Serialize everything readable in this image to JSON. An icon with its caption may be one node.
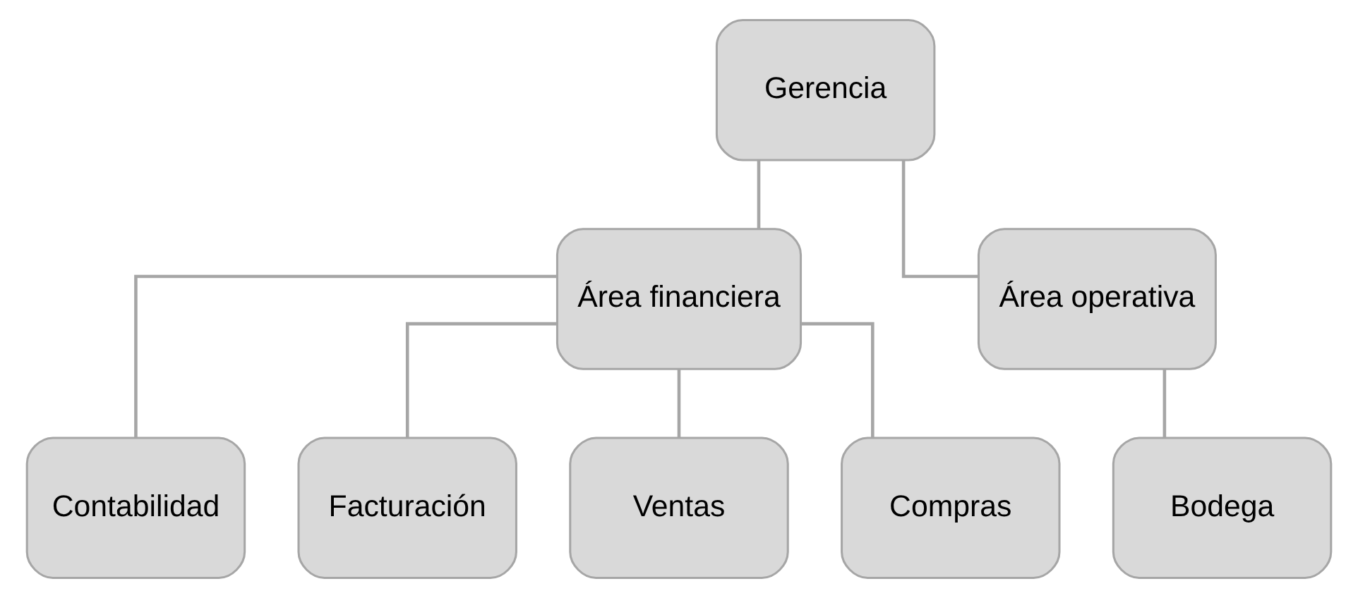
{
  "diagram": {
    "nodes": [
      {
        "text": [
          "Gerencia"
        ]
      },
      {
        "text": [
          "Área financiera"
        ]
      },
      {
        "text": [
          "Área operativa"
        ]
      },
      {
        "text": [
          "Contabilidad"
        ]
      },
      {
        "text": [
          "Facturación"
        ]
      },
      {
        "text": [
          "Ventas"
        ]
      },
      {
        "text": [
          "Compras"
        ]
      },
      {
        "text": [
          "Bodega"
        ]
      }
    ],
    "edges": [
      {
        "from": 0,
        "to": 1,
        "arrow": "none"
      },
      {
        "from": 0,
        "to": 2,
        "arrow": "none"
      },
      {
        "from": 1,
        "to": 3,
        "arrow": "none"
      },
      {
        "from": 1,
        "to": 4,
        "arrow": "none"
      },
      {
        "from": 1,
        "to": 5,
        "arrow": "none"
      },
      {
        "from": 1,
        "to": 6,
        "arrow": "none"
      },
      {
        "from": 2,
        "to": 7,
        "arrow": "none"
      }
    ]
  }
}
